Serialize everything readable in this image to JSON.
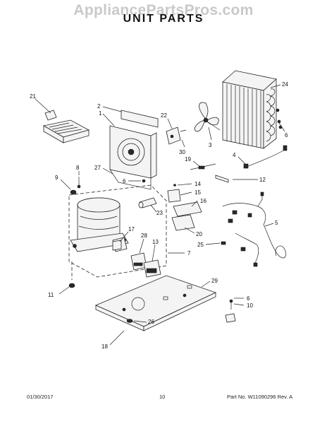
{
  "watermark": "AppliancePartsPros.com",
  "title": "UNIT PARTS",
  "footer": {
    "date": "01/30/2017",
    "page": "10",
    "part_info": "Part No. W11090296  Rev. A"
  },
  "callouts": {
    "c1": "1",
    "c2": "2",
    "c3": "3",
    "c4": "4",
    "c5": "5",
    "c6a": "6",
    "c6b": "6",
    "c6c": "6",
    "c7": "7",
    "c8": "8",
    "c9": "9",
    "c10": "10",
    "c11": "11",
    "c12": "12",
    "c13": "13",
    "c14": "14",
    "c15": "15",
    "c16": "16",
    "c17": "17",
    "c18": "18",
    "c19": "19",
    "c20": "20",
    "c21": "21",
    "c22": "22",
    "c23": "23",
    "c24": "24",
    "c25": "25",
    "c26": "26",
    "c27": "27",
    "c28": "28",
    "c29": "29",
    "c30": "30"
  }
}
